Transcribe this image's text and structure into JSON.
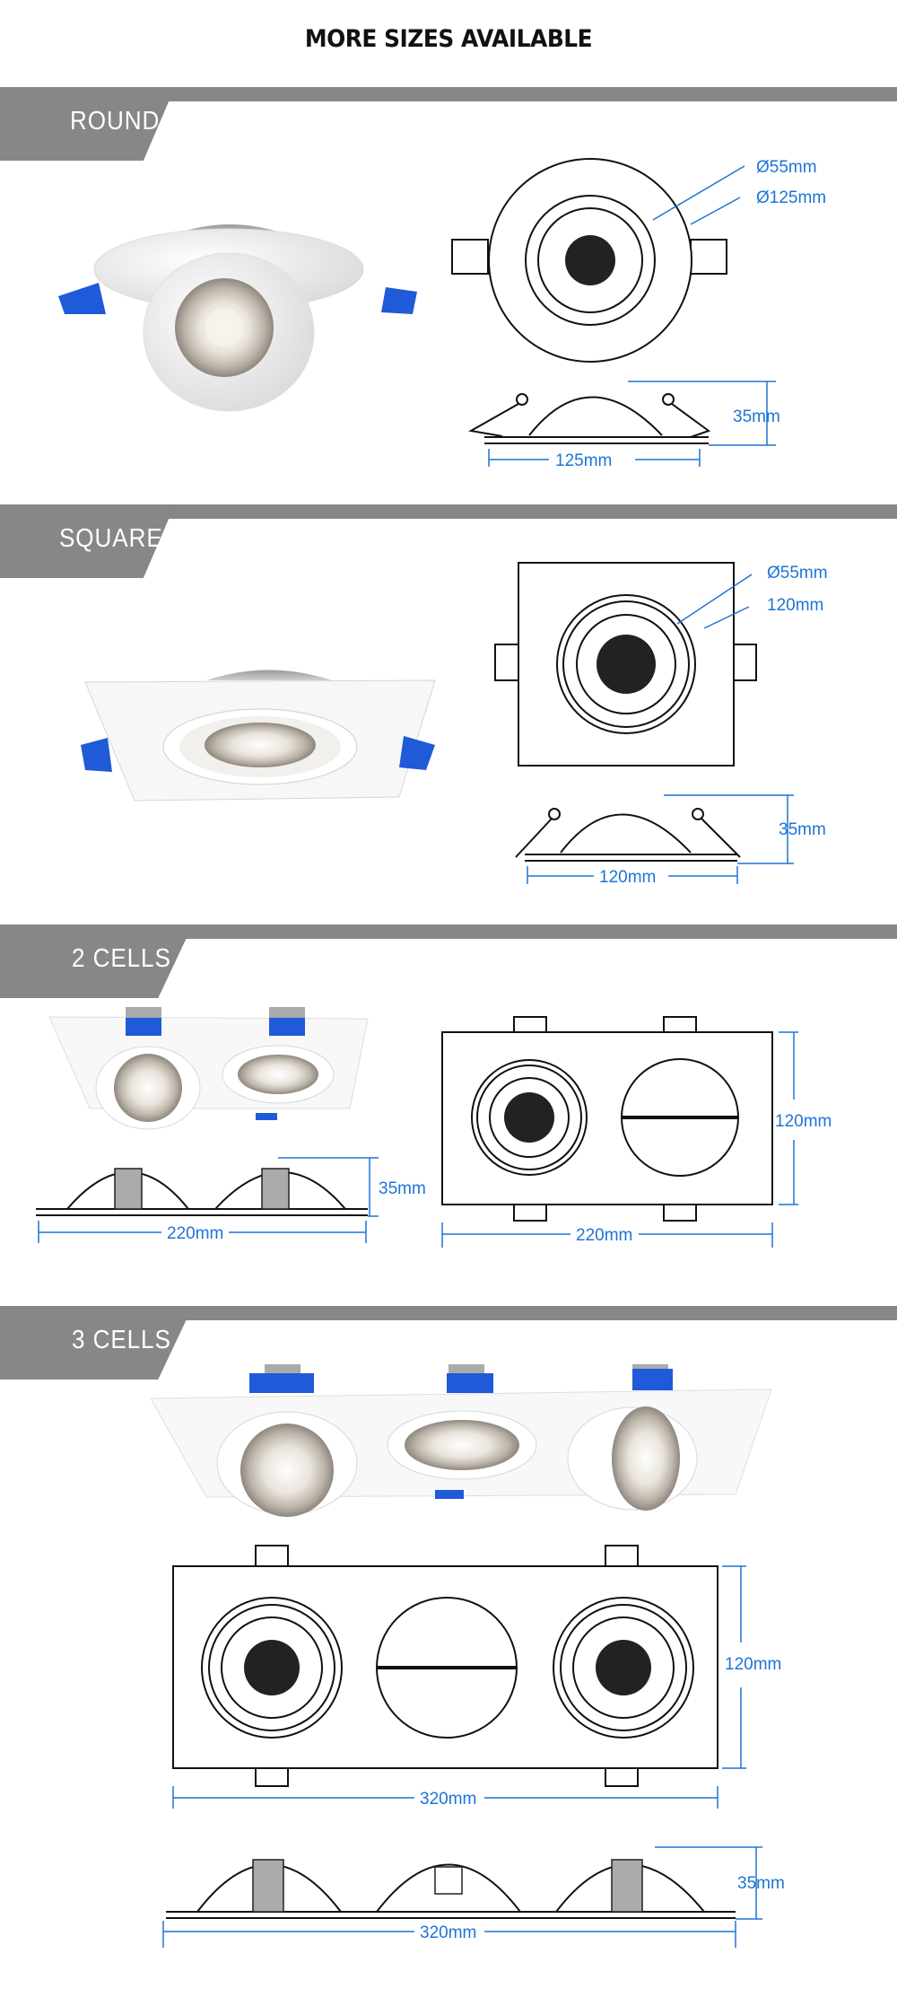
{
  "header": {
    "title": "MORE SIZES AVAILABLE"
  },
  "sections": [
    {
      "label": "ROUND",
      "dims": {
        "inner": "Ø55mm",
        "outer": "Ø125mm",
        "height": "35mm",
        "width": "125mm"
      }
    },
    {
      "label": "SQUARE",
      "dims": {
        "inner": "Ø55mm",
        "outer": "120mm",
        "height": "35mm",
        "width": "120mm"
      }
    },
    {
      "label": "2 CELLS",
      "dims": {
        "height": "35mm",
        "side_width": "220mm",
        "top_width": "220mm",
        "top_height": "120mm"
      }
    },
    {
      "label": "3 CELLS",
      "dims": {
        "top_height": "120mm",
        "top_width": "320mm",
        "height": "35mm",
        "side_width": "320mm"
      }
    }
  ],
  "colors": {
    "band": "#878787",
    "dimension": "#1d74d6",
    "clip": "#1f5bd8"
  }
}
